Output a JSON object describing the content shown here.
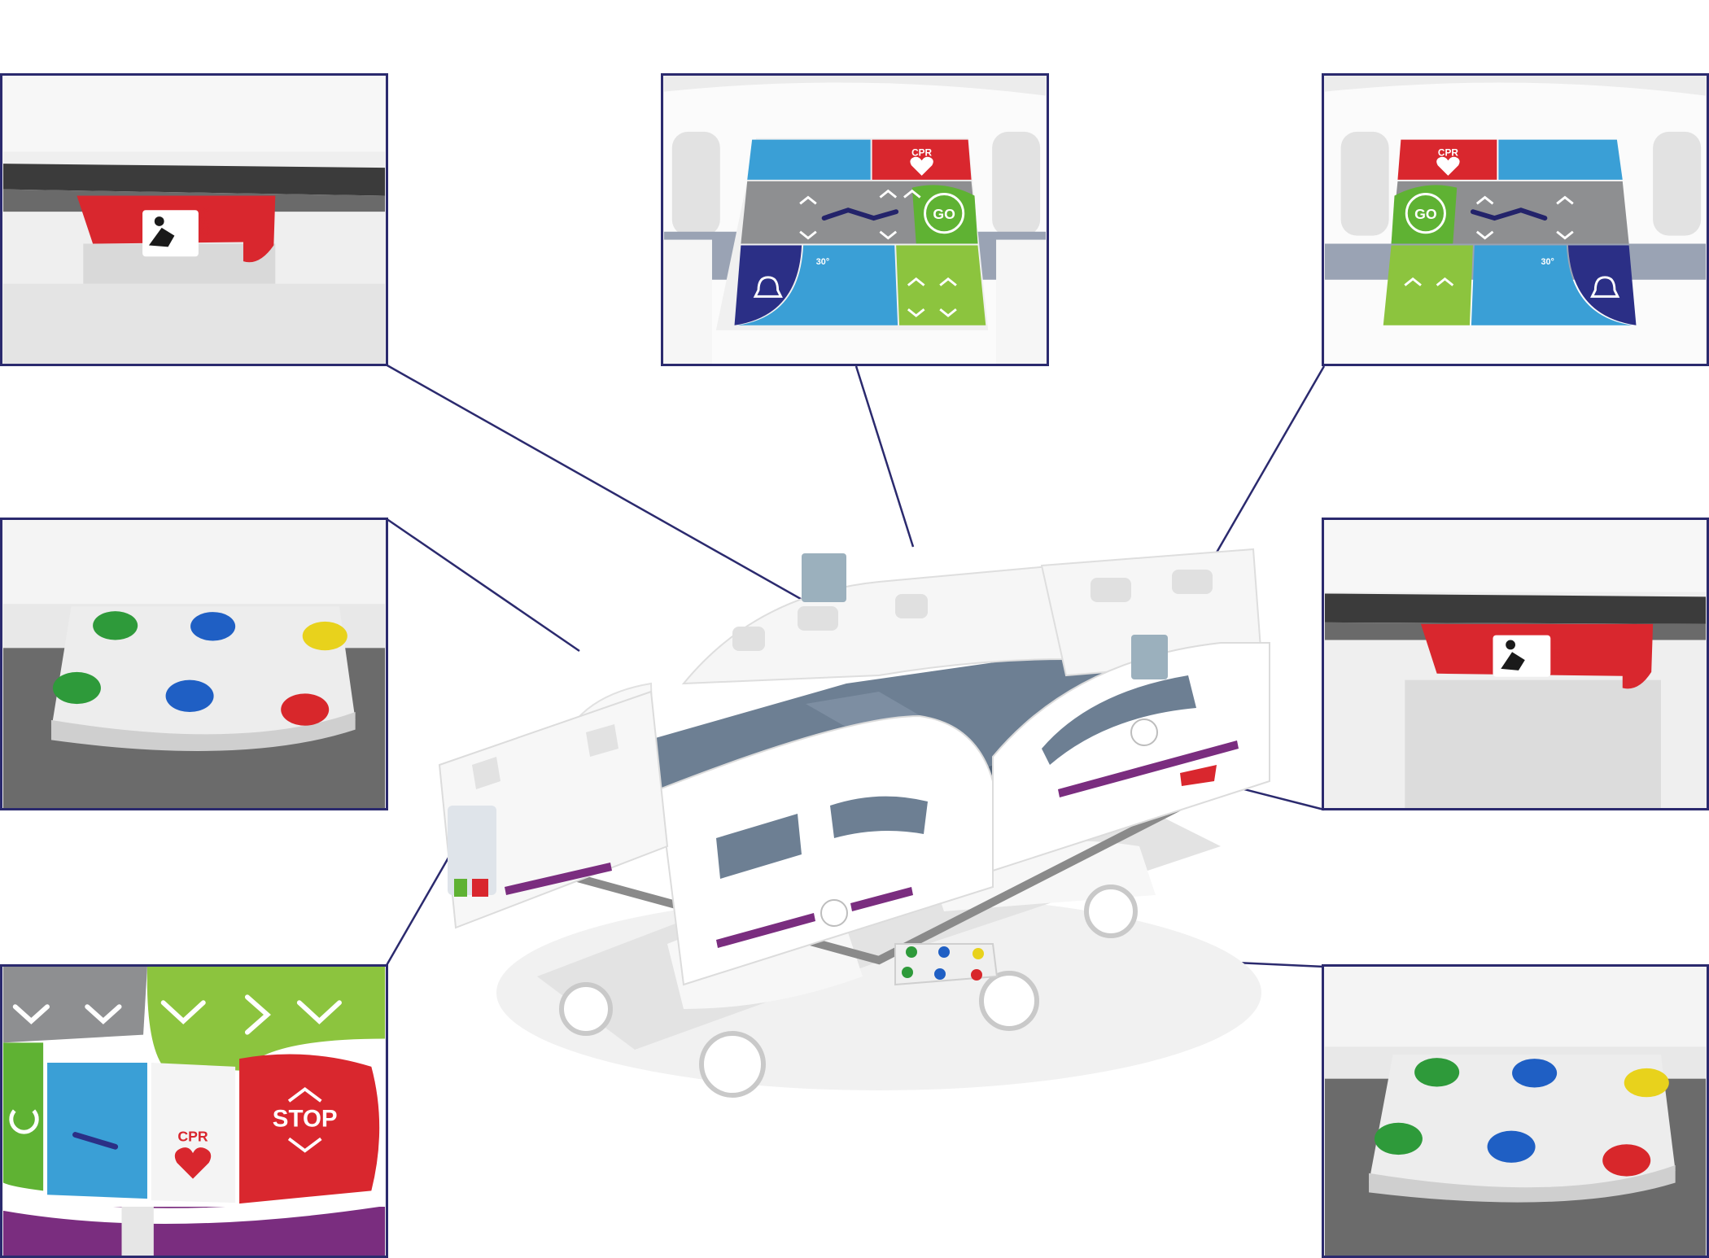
{
  "labels": {
    "cpr": "CPR",
    "go": "GO",
    "stop": "STOP",
    "angle": "30°"
  },
  "colors": {
    "frame": "#2b2a6e",
    "cpr_red": "#d9272e",
    "panel_blue": "#3a9fd6",
    "panel_gray": "#8e8f91",
    "panel_green": "#5fb233",
    "panel_navy": "#2b2f86",
    "panel_lime": "#8cc43e",
    "purple_stripe": "#7a2d7f",
    "mattress": "#6d7f93",
    "pedal_green": "#2e9a3a",
    "pedal_blue": "#1f5fc4",
    "pedal_yellow": "#e8d21c",
    "pedal_red": "#d8272b"
  },
  "icons": [
    "cpr-icon",
    "broken-heart-icon",
    "bell-icon",
    "bed-position-icon",
    "chevron-icon",
    "power-icon",
    "stop-icon"
  ]
}
